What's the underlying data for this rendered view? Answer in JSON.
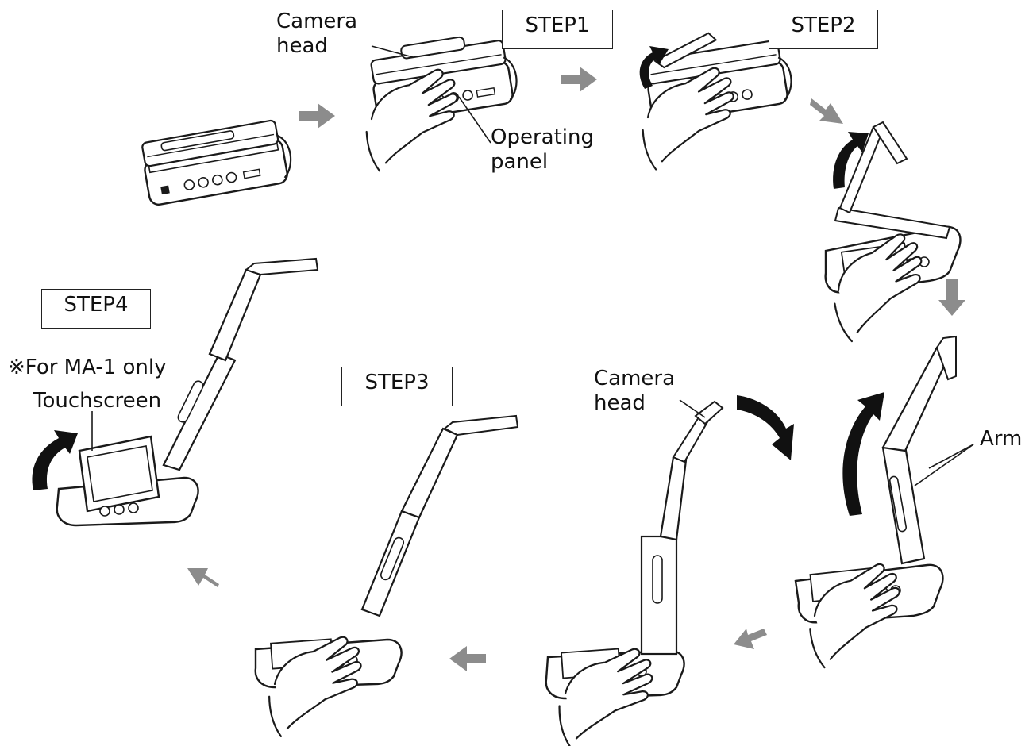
{
  "steps": {
    "step1": "STEP1",
    "step2": "STEP2",
    "step3": "STEP3",
    "step4": "STEP4"
  },
  "labels": {
    "camera_head_top": [
      "Camera",
      "head"
    ],
    "operating_panel": [
      "Operating",
      "panel"
    ],
    "camera_head_bottom": [
      "Camera",
      "head"
    ],
    "arm": "Arm",
    "ma1_note": "※For MA-1 only",
    "touchscreen": "Touchscreen"
  },
  "colors": {
    "line": "#1a1a1a",
    "flow_arrow": "#8c8c8c",
    "rotate_arrow": "#111111"
  }
}
